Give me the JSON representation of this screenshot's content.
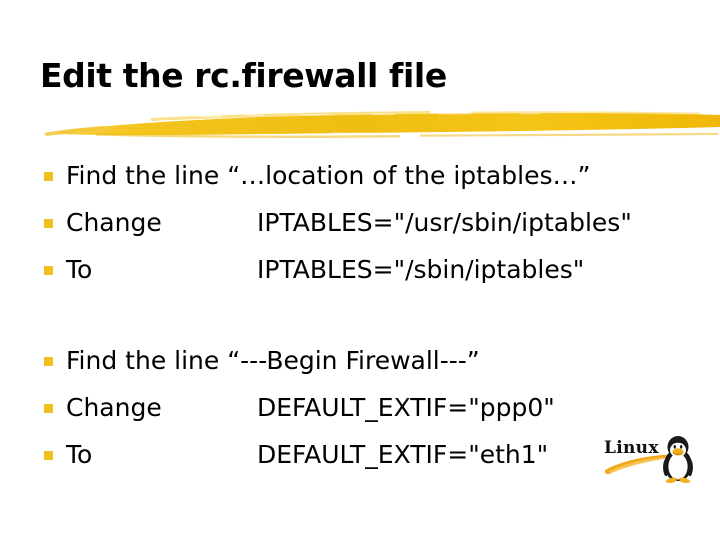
{
  "slide": {
    "title": "Edit the rc.firewall file",
    "accent_color": "#f0c020",
    "brush_color": "#f5c518",
    "text_color": "#000000",
    "background_color": "#ffffff",
    "bullet_glyph": "square-bullet"
  },
  "groups": [
    {
      "rows": [
        {
          "kind": "single",
          "text": "Find the line “…location of the iptables…”"
        },
        {
          "kind": "pair",
          "label": "Change",
          "value": "IPTABLES=\"/usr/sbin/iptables\""
        },
        {
          "kind": "pair",
          "label": "To",
          "value": "IPTABLES=\"/sbin/iptables\""
        }
      ]
    },
    {
      "rows": [
        {
          "kind": "single",
          "text": "Find the line “---Begin Firewall---”"
        },
        {
          "kind": "pair",
          "label": "Change",
          "value": "DEFAULT_EXTIF=\"ppp0\""
        },
        {
          "kind": "pair",
          "label": "To",
          "value": "DEFAULT_EXTIF=\"eth1\""
        }
      ]
    }
  ],
  "logo": {
    "name": "linux-logo",
    "wordmark": "Linux",
    "swoosh_color": "#f0a818",
    "penguin_body_color": "#1a1a1a",
    "penguin_belly_color": "#ffffff",
    "penguin_beak_color": "#f2b01e"
  }
}
